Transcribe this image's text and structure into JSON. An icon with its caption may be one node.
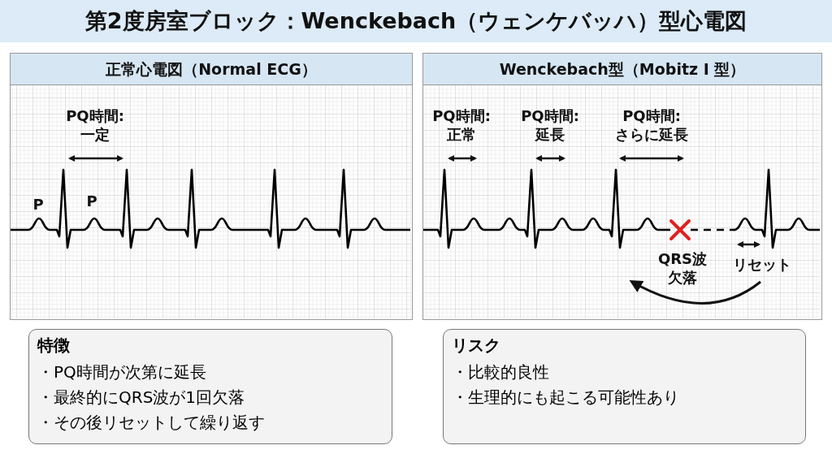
{
  "diagram": {
    "title": "第2度房室ブロック：Wenckebach（ウェンケバッハ）型心電図",
    "nodes": [
      {
        "text": [
          "正常心電図（Normal ECG）"
        ]
      },
      {
        "text": [
          "Wenckebach型（Mobitz I 型）"
        ]
      },
      {
        "text": [
          "特徴",
          "・PQ時間が次第に延長",
          "・最終的にQRS波が1回欠落",
          "・その後リセットして繰り返す"
        ]
      },
      {
        "text": [
          "リスク",
          "・比較的良性",
          "・生理的にも起こる可能性あり"
        ]
      }
    ],
    "edges": [],
    "labels": [
      "PQ時間: 一定",
      "P",
      "P",
      "PQ時間: 正常",
      "PQ時間: 延長",
      "PQ時間: さらに延長",
      "QRS波欠落",
      "リセット"
    ]
  }
}
